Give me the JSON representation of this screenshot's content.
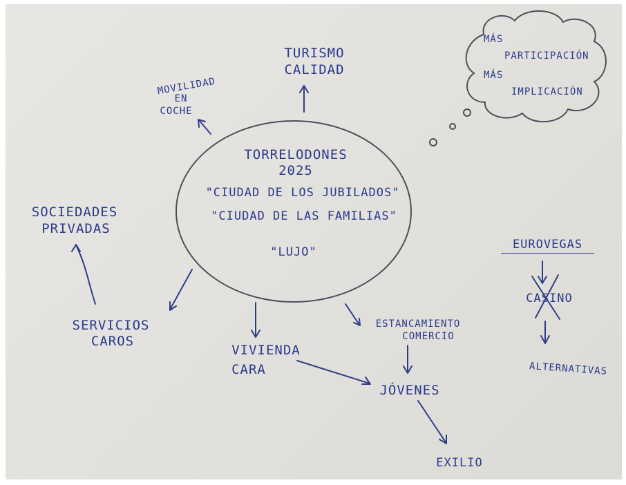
{
  "center": {
    "line1": "TORRELODONES",
    "line2": "2025",
    "line3": "\"CIUDAD DE LOS JUBILADOS\"",
    "line4": "\"CIUDAD DE LAS FAMILIAS\"",
    "line5": "\"LUJO\""
  },
  "top": {
    "line1": "TURISMO",
    "line2": "CALIDAD"
  },
  "mobility": {
    "line1": "MOVILIDAD",
    "line2": "EN",
    "line3": "COCHE"
  },
  "cloud": {
    "line1": "MÁS",
    "line2": "PARTICIPACIÓN",
    "line3": "MÁS",
    "line4": "IMPLICACIÓN"
  },
  "left_top": {
    "line1": "SOCIEDADES",
    "line2": "PRIVADAS"
  },
  "left_bottom": {
    "line1": "SERVICIOS",
    "line2": "CAROS"
  },
  "housing": {
    "line1": "VIVIENDA",
    "line2": "CARA"
  },
  "commerce": {
    "line1": "ESTANCAMIENTO",
    "line2": "COMERCIO"
  },
  "youth": "JÓVENES",
  "exile": "EXILIO",
  "eurovegas": {
    "title": "EUROVEGAS",
    "casino": "CASINO",
    "alternatives": "ALTERNATIVAS"
  }
}
